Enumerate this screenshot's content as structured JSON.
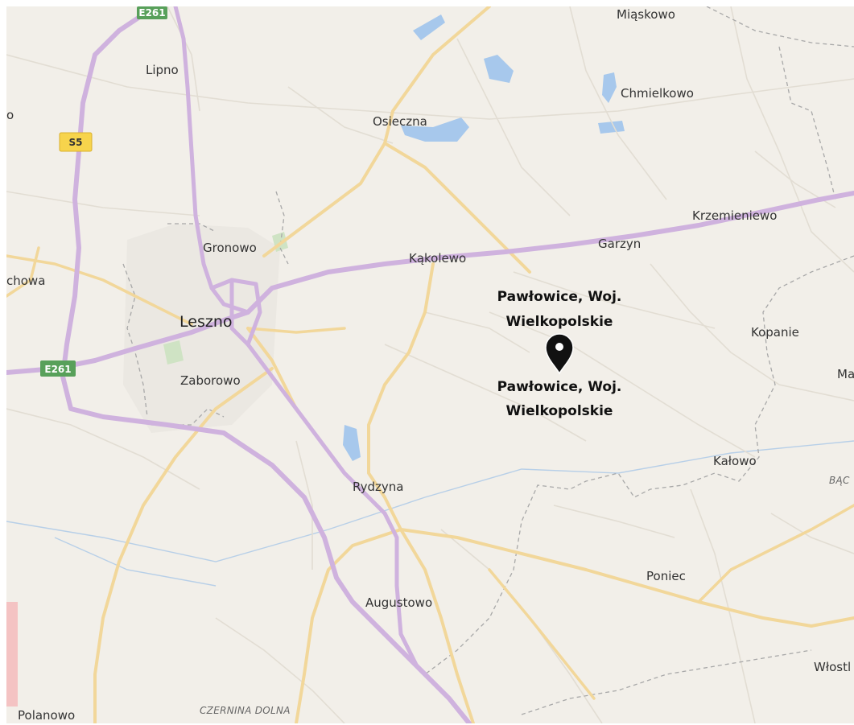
{
  "map": {
    "places": {
      "lipno": "Lipno",
      "osieczna": "Osieczna",
      "miaskowo": "Miąskowo",
      "chmielkowo": "Chmielkowo",
      "gronowo": "Gronowo",
      "kakolewo": "Kąkolewo",
      "garzyn": "Garzyn",
      "krzemieniewo": "Krzemieniewo",
      "leszno": "Leszno",
      "zaborowo": "Zaborowo",
      "kopanie": "Kopanie",
      "kalowo": "Kałowo",
      "rydzyna": "Rydzyna",
      "poniec": "Poniec",
      "augustowo": "Augustowo",
      "wlostl": "Włostl",
      "polanowo": "Polanowo",
      "czernina": "CZERNINA DOLNA",
      "chowa": "chowa",
      "o_edge": "o",
      "ma_edge": "Ma",
      "bac_edge": "BĄC"
    },
    "shields": {
      "e261_top": "E261",
      "s5": "S5",
      "e261_left": "E261"
    },
    "pin": {
      "label_line1": "Pawłowice, Woj.",
      "label_line2": "Wielkopolskie",
      "label2_line1": "Pawłowice, Woj.",
      "label2_line2": "Wielkopolskie"
    },
    "colors": {
      "land": "#f2efe9",
      "motorway": "#d1b4e0",
      "main_road": "#f2d79a",
      "minor_road": "#e4e0d8",
      "water": "#a7c8ec",
      "border": "#a8a8a8",
      "urban": "#e9e6e0"
    }
  }
}
